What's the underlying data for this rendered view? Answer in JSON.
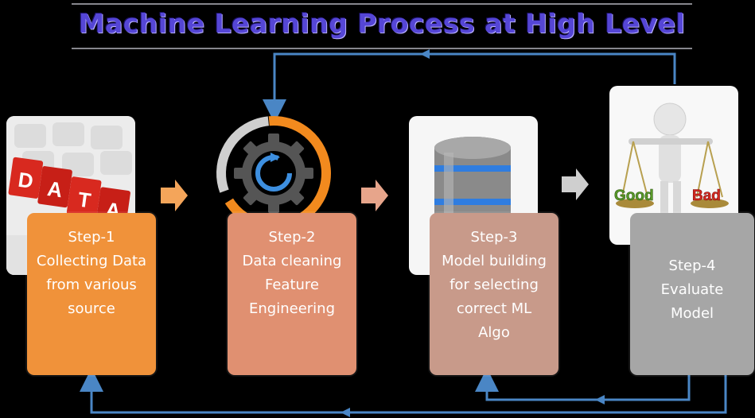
{
  "title": "Machine Learning Process at High Level",
  "steps": [
    {
      "label": "Step-1",
      "desc": "Collecting Data\nfrom various\nsource",
      "color": "#f0923a"
    },
    {
      "label": "Step-2",
      "desc": "Data cleaning\nFeature\nEngineering",
      "color": "#e09071"
    },
    {
      "label": "Step-3",
      "desc": "Model building\nfor selecting\ncorrect ML\nAlgo",
      "color": "#c89a8a"
    },
    {
      "label": "Step-4",
      "desc": "Evaluate\nModel",
      "color": "#a6a6a6"
    }
  ],
  "images": {
    "data_letters": [
      "D",
      "A",
      "T",
      "A"
    ],
    "scale_left": "Good",
    "scale_right": "Bad"
  },
  "colors": {
    "feedback_arrow": "#4a86c5",
    "arrow_orange": "#f4a55a",
    "arrow_salmon": "#e7a58b",
    "arrow_grey": "#cfcfcf"
  }
}
